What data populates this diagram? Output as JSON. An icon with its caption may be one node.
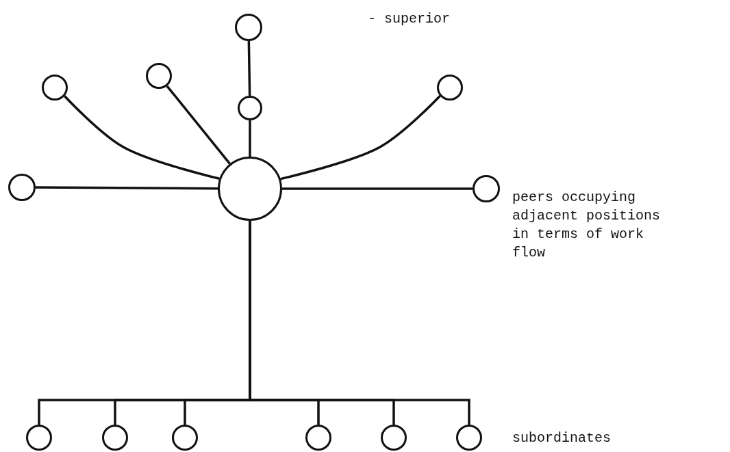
{
  "diagram": {
    "nodes": [
      {
        "text": [],
        "shape": "circle"
      },
      {
        "text": [],
        "shape": "circle"
      },
      {
        "text": [],
        "shape": "circle"
      },
      {
        "text": [],
        "shape": "circle"
      },
      {
        "text": [],
        "shape": "circle"
      },
      {
        "text": [],
        "shape": "circle"
      },
      {
        "text": [],
        "shape": "circle"
      },
      {
        "text": [],
        "shape": "circle"
      },
      {
        "text": [],
        "shape": "circle"
      },
      {
        "text": [],
        "shape": "circle"
      },
      {
        "text": [],
        "shape": "circle"
      },
      {
        "text": [],
        "shape": "circle"
      },
      {
        "text": [],
        "shape": "circle"
      },
      {
        "text": [],
        "shape": "circle"
      }
    ],
    "edges": [
      {
        "from": 0,
        "to": 3,
        "arrow": "none"
      },
      {
        "from": 1,
        "to": 6,
        "arrow": "none"
      },
      {
        "from": 2,
        "to": 6,
        "arrow": "none"
      },
      {
        "from": 3,
        "to": 6,
        "arrow": "none"
      },
      {
        "from": 4,
        "to": 6,
        "arrow": "none"
      },
      {
        "from": 5,
        "to": 6,
        "arrow": "none"
      },
      {
        "from": 6,
        "to": 7,
        "arrow": "none"
      },
      {
        "from": 6,
        "to": 8,
        "arrow": "none"
      },
      {
        "from": 6,
        "to": 9,
        "arrow": "none"
      },
      {
        "from": 6,
        "to": 10,
        "arrow": "none"
      },
      {
        "from": 6,
        "to": 11,
        "arrow": "none"
      },
      {
        "from": 6,
        "to": 12,
        "arrow": "none"
      },
      {
        "from": 6,
        "to": 13,
        "arrow": "none"
      }
    ],
    "labels": [
      "- superior",
      "peers occupying adjacent positions in terms of work flow",
      "subordinates"
    ]
  }
}
